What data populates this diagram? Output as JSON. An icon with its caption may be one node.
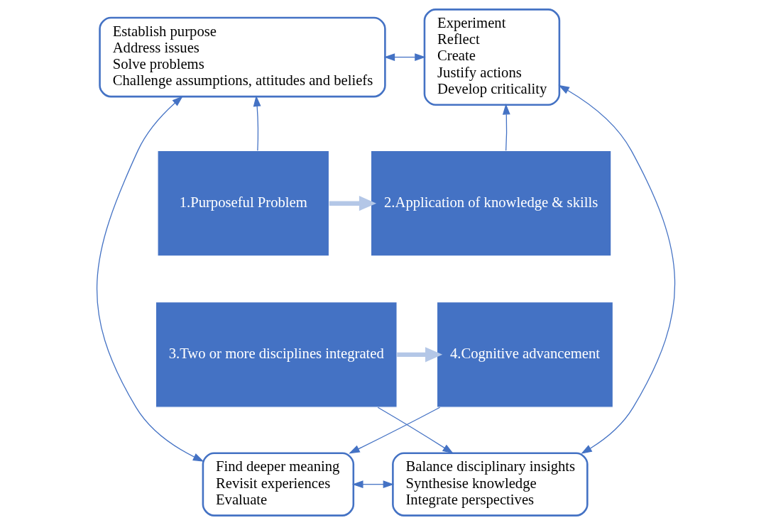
{
  "diagram": {
    "nodes": [
      {
        "text": [
          "Establish purpose",
          "Address issues",
          "Solve problems",
          "Challenge assumptions, attitudes and beliefs"
        ]
      },
      {
        "text": [
          "Experiment",
          "Reflect",
          "Create",
          "Justify actions",
          "Develop criticality"
        ]
      },
      {
        "text": [
          "Balance disciplinary insights",
          "Synthesise knowledge",
          "Integrate perspectives"
        ]
      },
      {
        "text": [
          "Find deeper meaning",
          "Revisit experiences",
          "Evaluate"
        ]
      },
      {
        "text": [
          "1.Purposeful Problem"
        ]
      },
      {
        "text": [
          "2.Application of knowledge & skills"
        ]
      },
      {
        "text": [
          "3.Two or more disciplines integrated"
        ]
      },
      {
        "text": [
          "4.Cognitive advancement"
        ]
      }
    ],
    "edges": [
      {
        "from": 4,
        "to": 0,
        "arrow": "to"
      },
      {
        "from": 5,
        "to": 1,
        "arrow": "to"
      },
      {
        "from": 6,
        "to": 2,
        "arrow": "to"
      },
      {
        "from": 7,
        "to": 3,
        "arrow": "to"
      },
      {
        "from": 0,
        "to": 1,
        "arrow": "both"
      },
      {
        "from": 0,
        "to": 3,
        "arrow": "both"
      },
      {
        "from": 1,
        "to": 2,
        "arrow": "both"
      },
      {
        "from": 3,
        "to": 2,
        "arrow": "both"
      },
      {
        "from": 4,
        "to": 5,
        "arrow": "to",
        "style": "thick",
        "color": "#b4c7e7"
      },
      {
        "from": 6,
        "to": 7,
        "arrow": "to",
        "style": "thick",
        "color": "#b4c7e7"
      }
    ]
  }
}
